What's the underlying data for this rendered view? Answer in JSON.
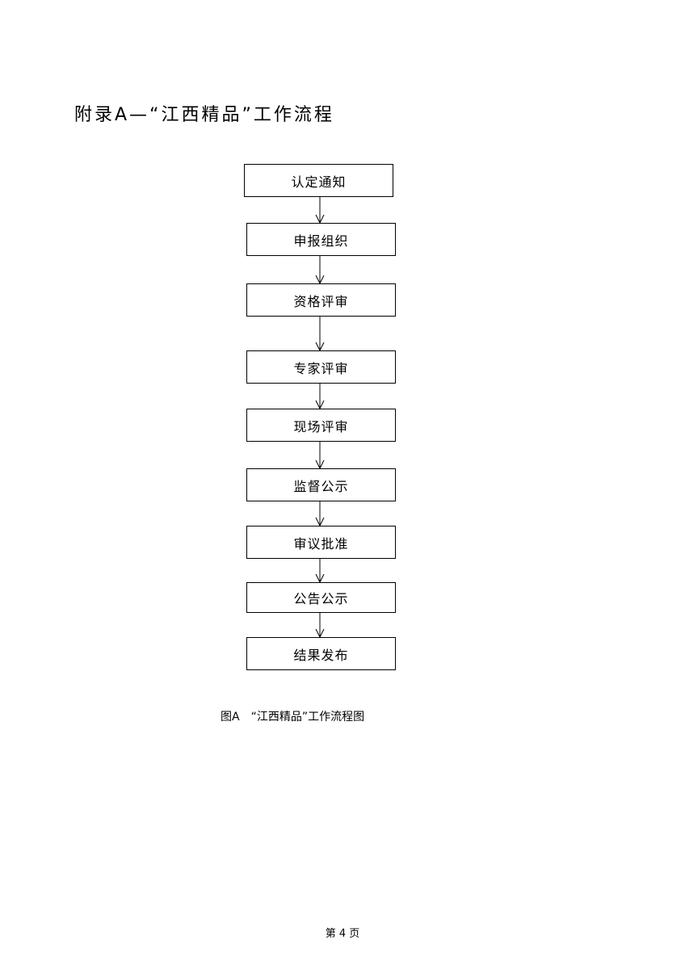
{
  "appendix_title": "附录A—“江西精品”工作流程",
  "flowchart": {
    "steps": [
      "认定通知",
      "申报组织",
      "资格评审",
      "专家评审",
      "现场评审",
      "监督公示",
      "审议批准",
      "公告公示",
      "结果发布"
    ]
  },
  "figure_caption": "图A　“江西精品”工作流程图",
  "page_number": "第 4 页"
}
